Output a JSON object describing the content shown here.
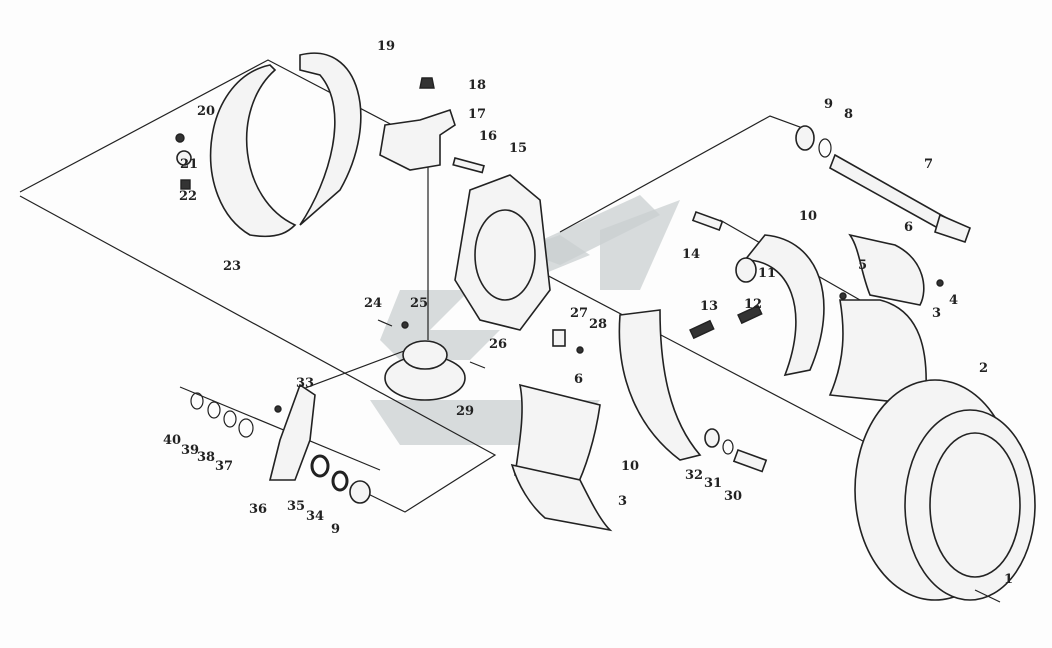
{
  "diagram": {
    "title_hidden": false,
    "part_labels": [
      "19",
      "18",
      "17",
      "20",
      "16",
      "15",
      "9",
      "8",
      "7",
      "21",
      "22",
      "10",
      "6",
      "14",
      "11",
      "5",
      "4",
      "12",
      "13",
      "3",
      "23",
      "24",
      "25",
      "27",
      "28",
      "26",
      "29",
      "2",
      "33",
      "6",
      "40",
      "39",
      "38",
      "37",
      "10",
      "32",
      "31",
      "30",
      "36",
      "35",
      "34",
      "9",
      "3",
      "1"
    ]
  },
  "colors": {
    "line": "#222222",
    "watermark": "#c9cfd0",
    "background": "#fdfdfd"
  }
}
